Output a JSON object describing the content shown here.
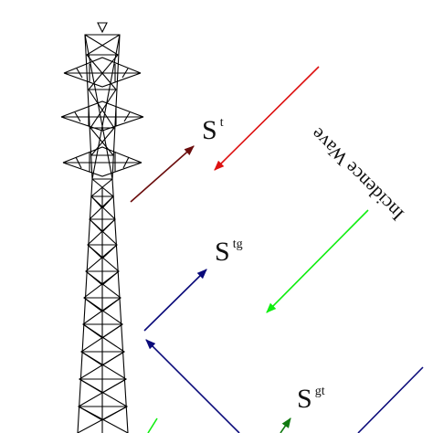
{
  "labels": {
    "s_t": {
      "main": "S",
      "sup": "t"
    },
    "s_tg": {
      "main": "S",
      "sup": "tg"
    },
    "s_gt": {
      "main": "S",
      "sup": "gt"
    },
    "incidence_wave": "Incidence Wave"
  },
  "colors": {
    "tower": "#000000",
    "incident_wave": "#dd1111",
    "transmitted_wave": "#6b0d0d",
    "ground_reflected_wave": "#11ee11",
    "tower_ground_wave": "#0a0a7a",
    "ground_tower_wave": "#117a11"
  },
  "icons": [
    "transmission-tower-icon"
  ]
}
